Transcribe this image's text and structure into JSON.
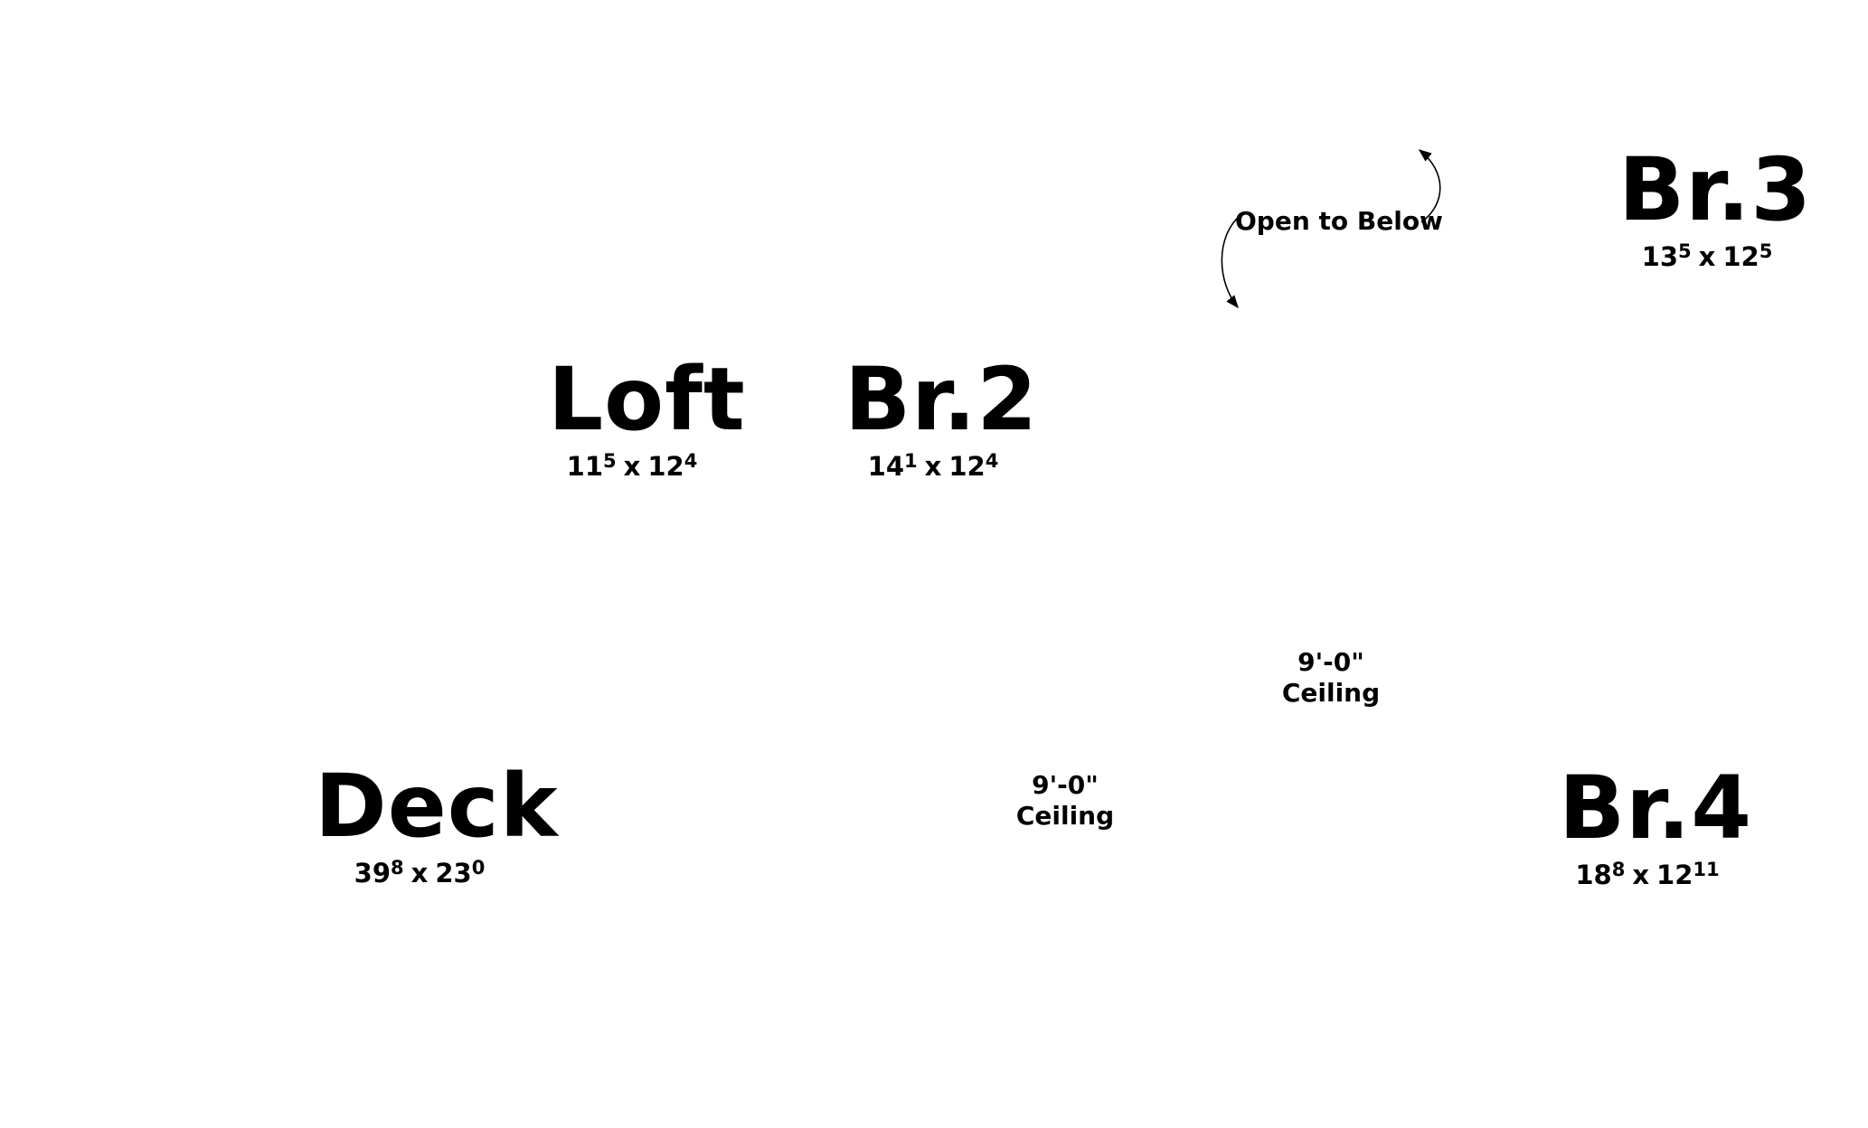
{
  "rooms": {
    "loft": {
      "name": "Loft",
      "w_ft": "11",
      "w_in": "5",
      "l_ft": "12",
      "l_in": "4",
      "sep": "x"
    },
    "br2": {
      "name": "Br.2",
      "w_ft": "14",
      "w_in": "1",
      "l_ft": "12",
      "l_in": "4",
      "sep": "x"
    },
    "br3": {
      "name": "Br.3",
      "w_ft": "13",
      "w_in": "5",
      "l_ft": "12",
      "l_in": "5",
      "sep": "x"
    },
    "deck": {
      "name": "Deck",
      "w_ft": "39",
      "w_in": "8",
      "l_ft": "23",
      "l_in": "0",
      "sep": "x"
    },
    "br4": {
      "name": "Br.4",
      "w_ft": "18",
      "w_in": "8",
      "l_ft": "12",
      "l_in": "11",
      "sep": "x"
    }
  },
  "notes": {
    "open_to_below": "Open to Below",
    "ceiling_upper": {
      "height": "9'-0\"",
      "label": "Ceiling"
    },
    "ceiling_lower": {
      "height": "9'-0\"",
      "label": "Ceiling"
    }
  }
}
